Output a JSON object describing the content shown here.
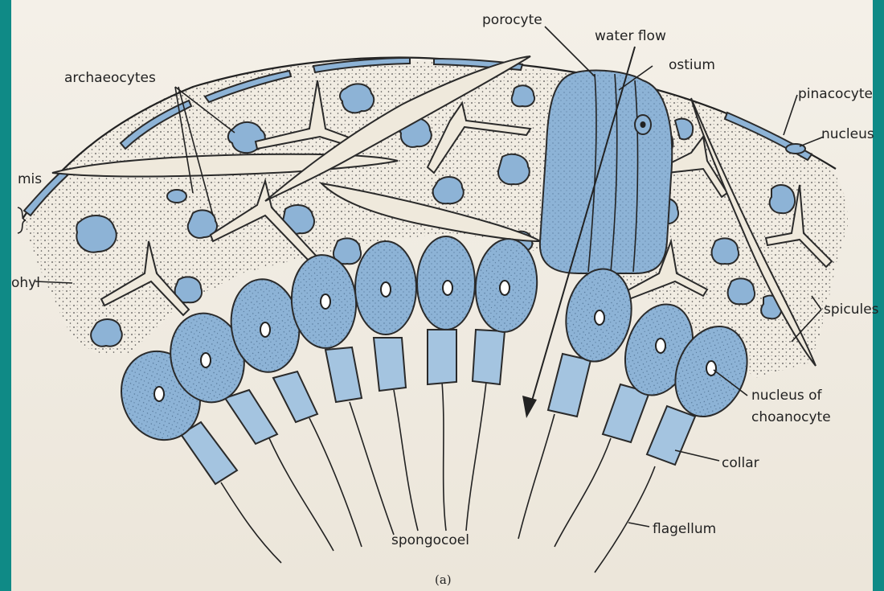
{
  "labels": {
    "archaeocytes": "archaeocytes",
    "porocyte": "porocyte",
    "water_flow": "water flow",
    "ostium": "ostium",
    "pinacocyte": "pinacocyte",
    "nucleus": "nucleus",
    "epidermis_fragment": "mis",
    "mesohyl_fragment": "ohyl",
    "spicules": "spicules",
    "nucleus_of_choanocyte_line1": "nucleus of",
    "nucleus_of_choanocyte_line2": "choanocyte",
    "collar": "collar",
    "flagellum": "flagellum",
    "spongocoel": "spongocoel",
    "caption": "(a)"
  },
  "colors": {
    "frame": "#0f8a86",
    "paper": "#f2eee6",
    "cell_blue": "#8db3d6",
    "outline": "#2a2a2a"
  }
}
